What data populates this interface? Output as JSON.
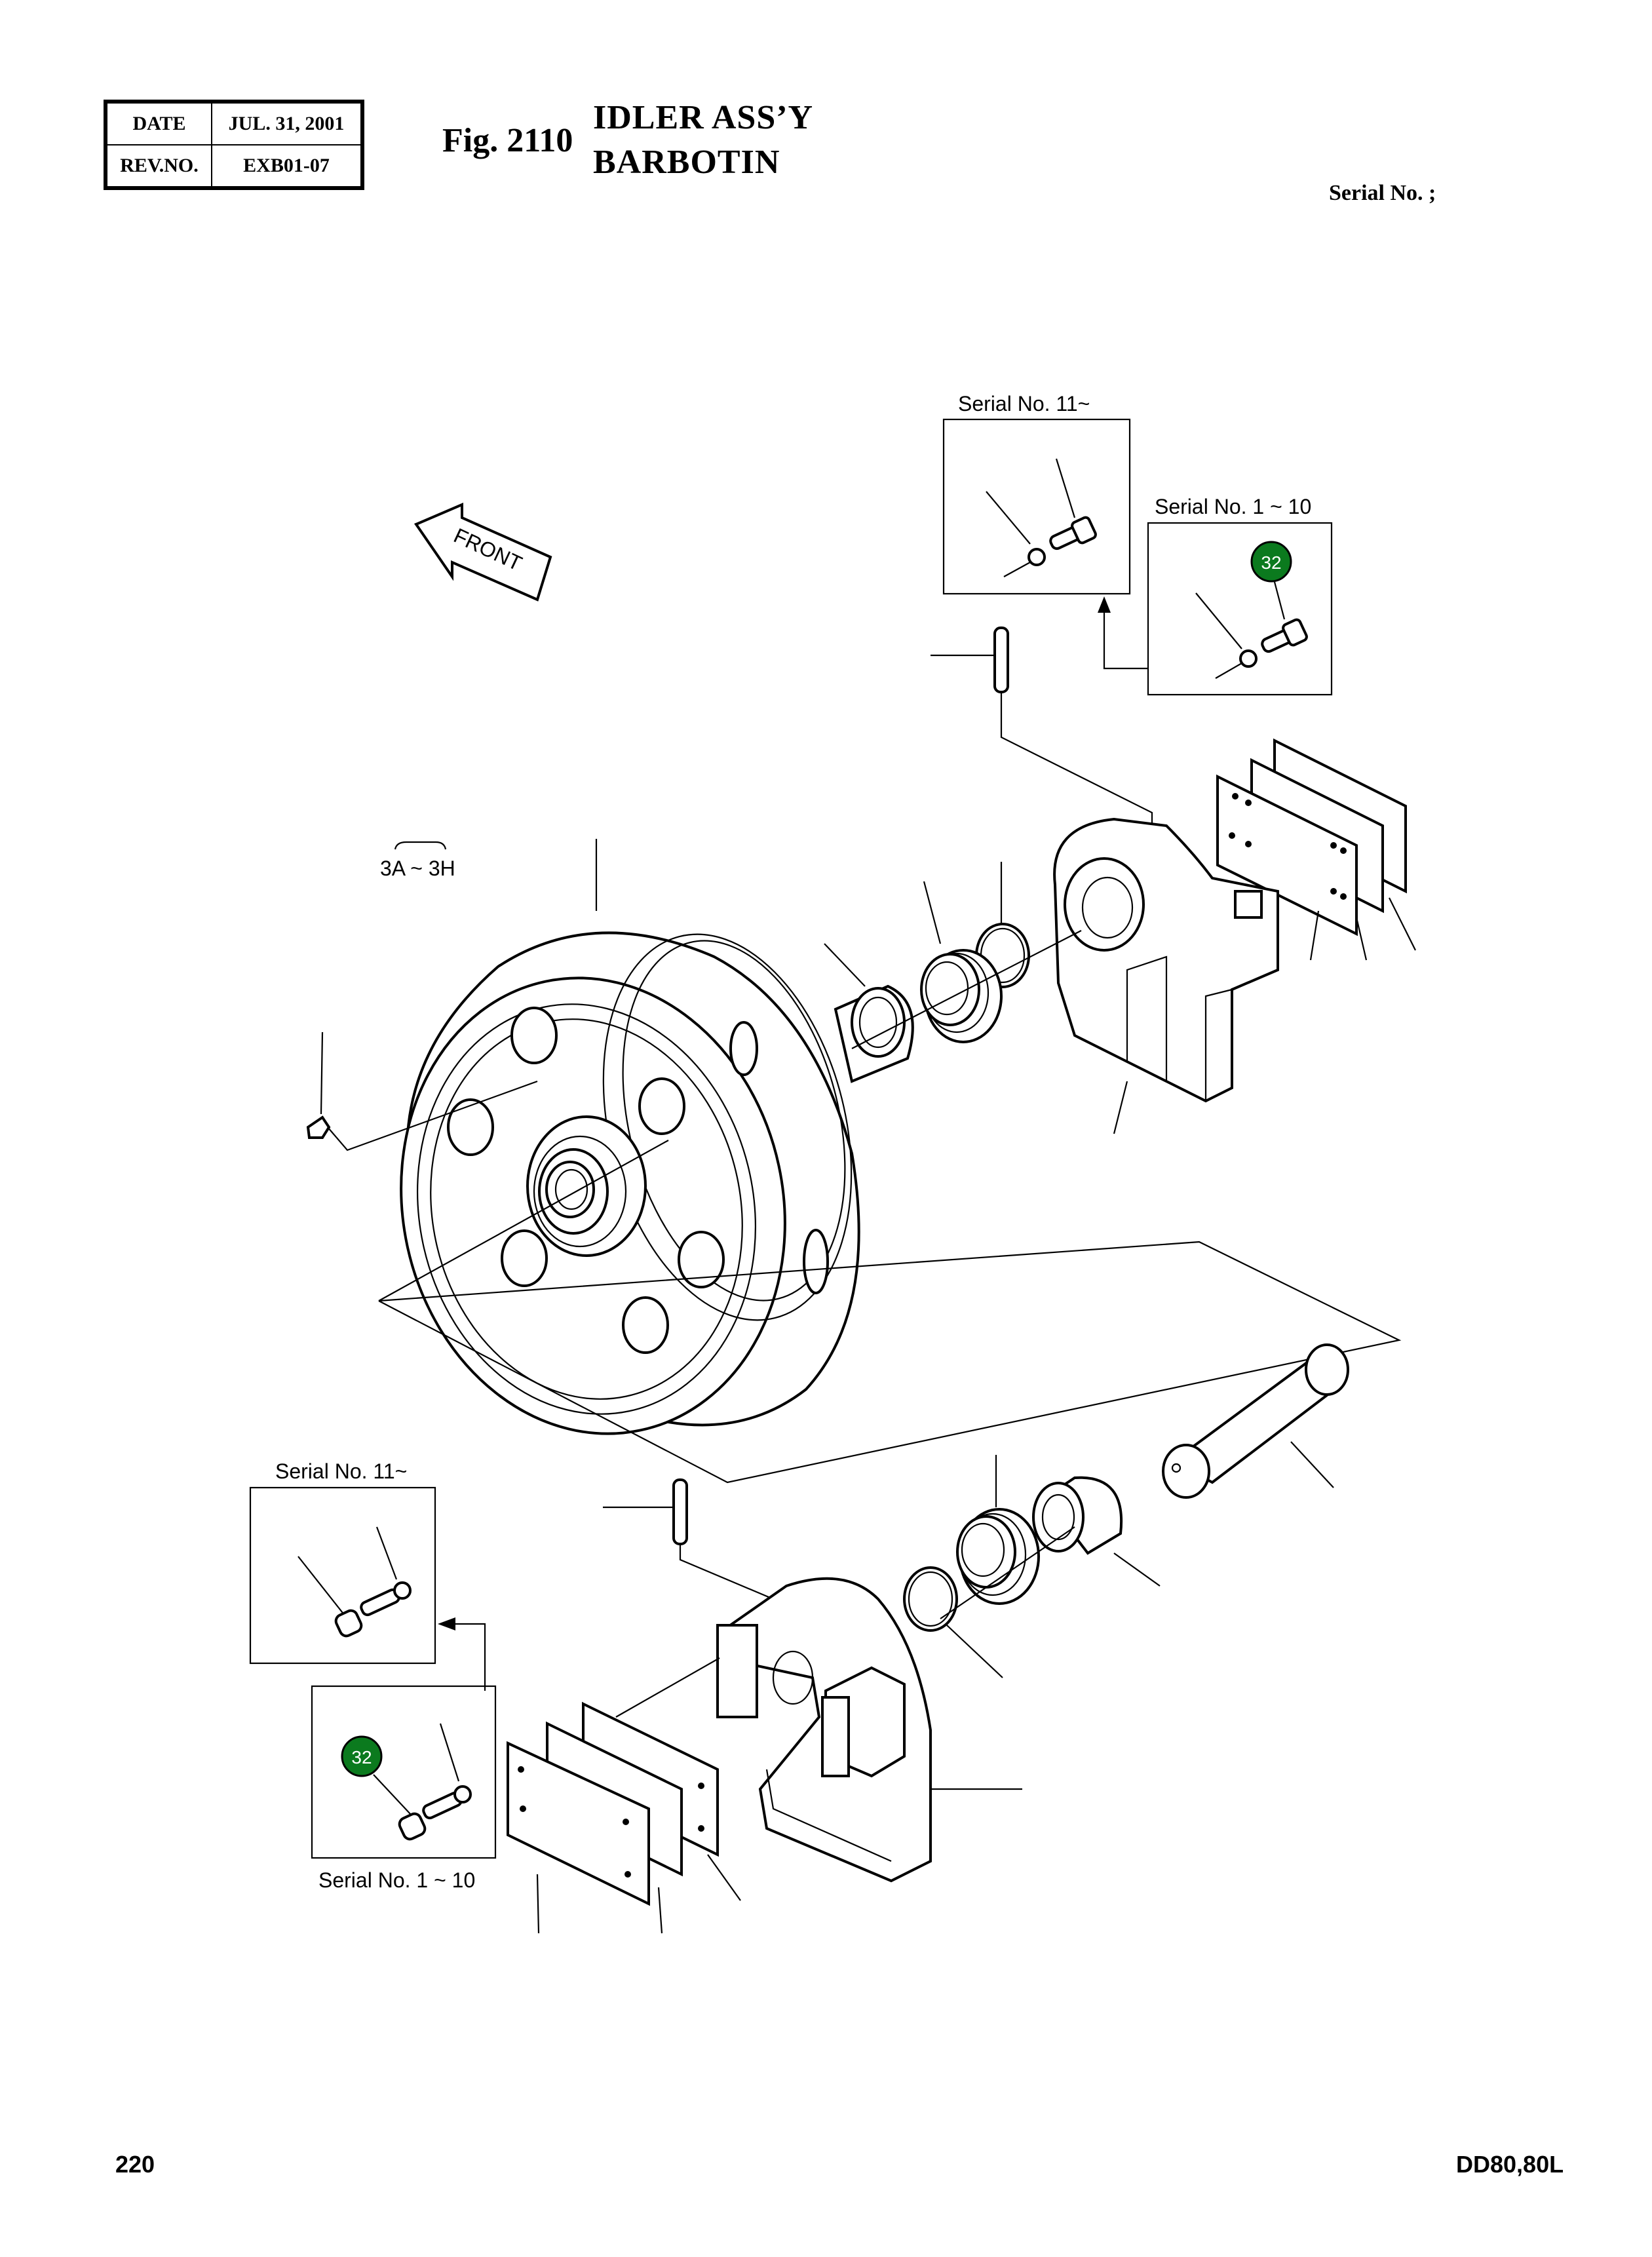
{
  "header": {
    "date_label": "DATE",
    "date_value": "JUL. 31, 2001",
    "rev_label": "REV.NO.",
    "rev_value": "EXB01-07"
  },
  "figure": {
    "number": "Fig. 2110",
    "title_line1": "IDLER ASS’Y",
    "title_line2": "BARBOTIN",
    "serial": "Serial No. ;"
  },
  "diagram": {
    "front_label": "FRONT",
    "group_label": "3A ~ 3H",
    "callouts": {
      "top_serial_new": "Serial No. 11~",
      "top_serial_old": "Serial No. 1 ~ 10",
      "bottom_serial_new": "Serial No. 11~",
      "bottom_serial_old": "Serial No. 1 ~ 10"
    },
    "badges": [
      {
        "number": "32",
        "color": "#0b7a1e"
      },
      {
        "number": "32",
        "color": "#0b7a1e"
      }
    ]
  },
  "footer": {
    "page": "220",
    "model": "DD80,80L"
  }
}
